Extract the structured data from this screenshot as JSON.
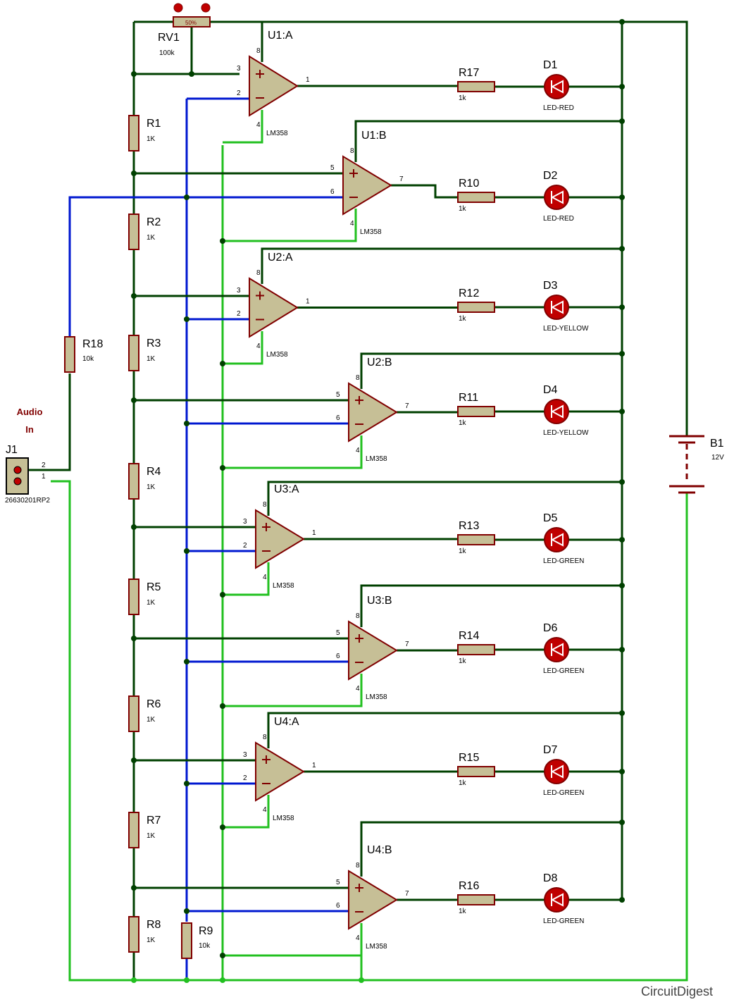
{
  "colors": {
    "wire": "#004000",
    "blue": "#0018d0",
    "green": "#22c020",
    "body": "#c6bf96",
    "edge": "#800000",
    "led": "#c00000"
  },
  "pot": {
    "ref": "RV1",
    "value": "100k",
    "setting": "50%"
  },
  "jack": {
    "ref": "J1",
    "part": "26630201RP2",
    "label_line1": "Audio",
    "label_line2": "In",
    "pin_top": "2",
    "pin_bottom": "1"
  },
  "battery": {
    "ref": "B1",
    "value": "12V"
  },
  "r18": {
    "ref": "R18",
    "value": "10k"
  },
  "r9": {
    "ref": "R9",
    "value": "10k"
  },
  "ladder": [
    {
      "ref": "R1",
      "value": "1K"
    },
    {
      "ref": "R2",
      "value": "1K"
    },
    {
      "ref": "R3",
      "value": "1K"
    },
    {
      "ref": "R4",
      "value": "1K"
    },
    {
      "ref": "R5",
      "value": "1K"
    },
    {
      "ref": "R6",
      "value": "1K"
    },
    {
      "ref": "R7",
      "value": "1K"
    },
    {
      "ref": "R8",
      "value": "1K"
    }
  ],
  "stages": [
    {
      "unit": "U1:A",
      "part": "LM358",
      "pin_plus": "3",
      "pin_minus": "2",
      "pin_out": "1",
      "pin_v": "8",
      "pin_g": "4",
      "res": "R17",
      "res_val": "1k",
      "led": "D1",
      "led_type": "LED-RED"
    },
    {
      "unit": "U1:B",
      "part": "LM358",
      "pin_plus": "5",
      "pin_minus": "6",
      "pin_out": "7",
      "pin_v": "8",
      "pin_g": "4",
      "res": "R10",
      "res_val": "1k",
      "led": "D2",
      "led_type": "LED-RED"
    },
    {
      "unit": "U2:A",
      "part": "LM358",
      "pin_plus": "3",
      "pin_minus": "2",
      "pin_out": "1",
      "pin_v": "8",
      "pin_g": "4",
      "res": "R12",
      "res_val": "1k",
      "led": "D3",
      "led_type": "LED-YELLOW"
    },
    {
      "unit": "U2:B",
      "part": "LM358",
      "pin_plus": "5",
      "pin_minus": "6",
      "pin_out": "7",
      "pin_v": "8",
      "pin_g": "4",
      "res": "R11",
      "res_val": "1k",
      "led": "D4",
      "led_type": "LED-YELLOW"
    },
    {
      "unit": "U3:A",
      "part": "LM358",
      "pin_plus": "3",
      "pin_minus": "2",
      "pin_out": "1",
      "pin_v": "8",
      "pin_g": "4",
      "res": "R13",
      "res_val": "1k",
      "led": "D5",
      "led_type": "LED-GREEN"
    },
    {
      "unit": "U3:B",
      "part": "LM358",
      "pin_plus": "5",
      "pin_minus": "6",
      "pin_out": "7",
      "pin_v": "8",
      "pin_g": "4",
      "res": "R14",
      "res_val": "1k",
      "led": "D6",
      "led_type": "LED-GREEN"
    },
    {
      "unit": "U4:A",
      "part": "LM358",
      "pin_plus": "3",
      "pin_minus": "2",
      "pin_out": "1",
      "pin_v": "8",
      "pin_g": "4",
      "res": "R15",
      "res_val": "1k",
      "led": "D7",
      "led_type": "LED-GREEN"
    },
    {
      "unit": "U4:B",
      "part": "LM358",
      "pin_plus": "5",
      "pin_minus": "6",
      "pin_out": "7",
      "pin_v": "8",
      "pin_g": "4",
      "res": "R16",
      "res_val": "1k",
      "led": "D8",
      "led_type": "LED-GREEN"
    }
  ],
  "brand": {
    "text": "CircuitDigest"
  }
}
